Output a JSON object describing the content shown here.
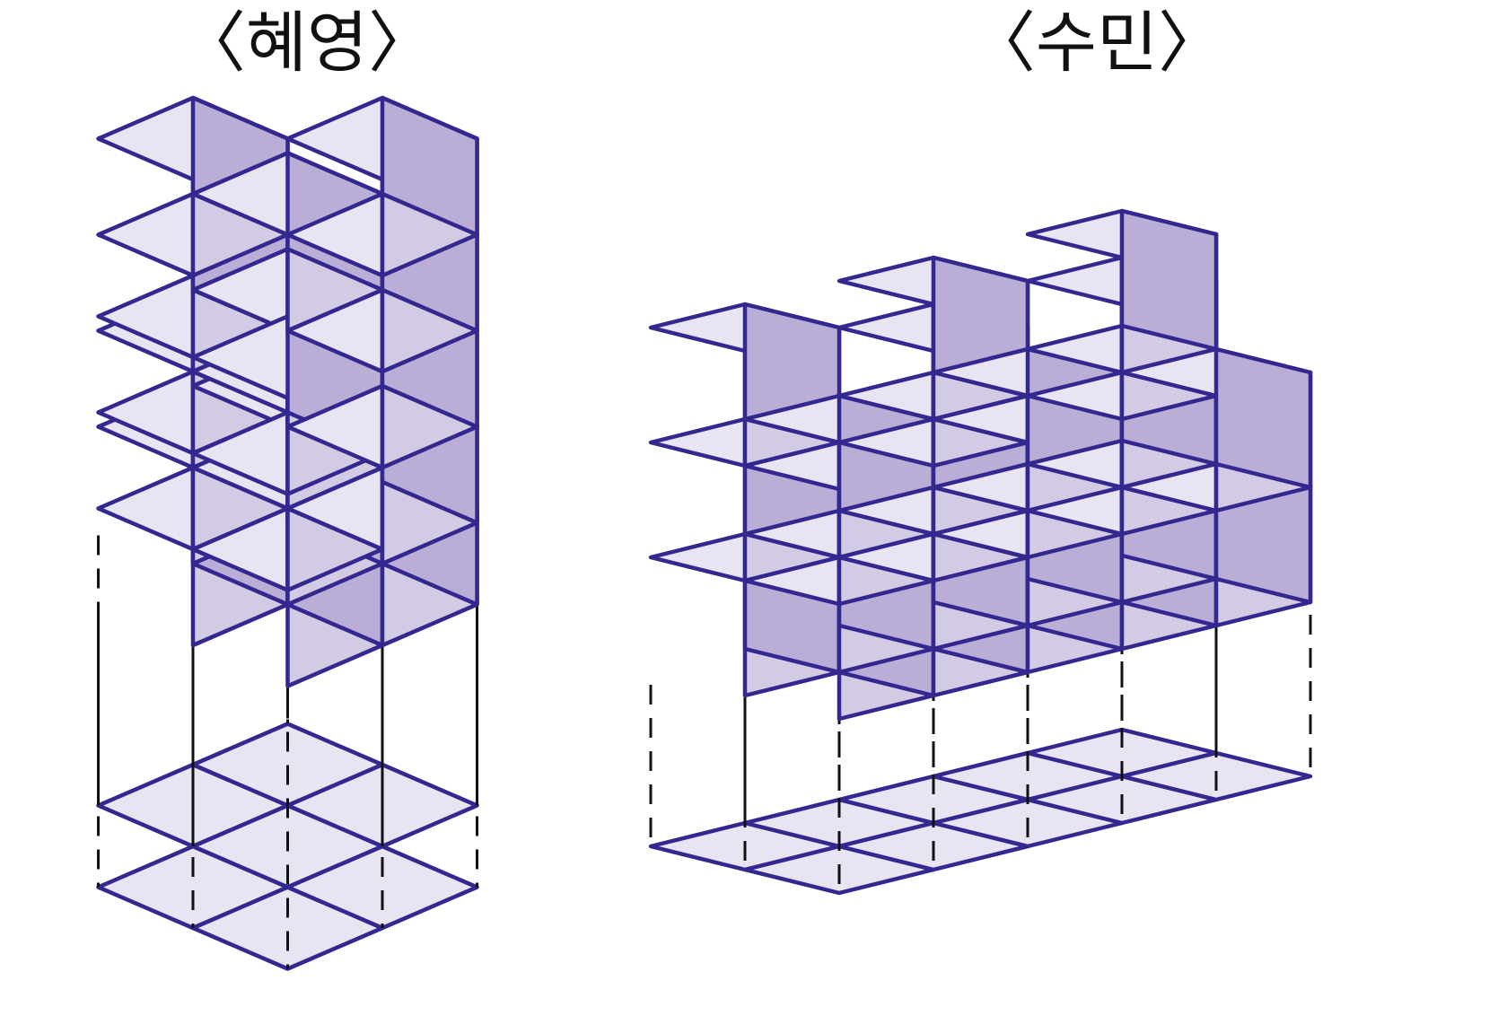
{
  "titles": {
    "left": "〈혜영〉",
    "right": "〈수민〉"
  },
  "figures": {
    "left": {
      "column_heights": [
        [
          0,
          4,
          3
        ],
        [
          3,
          2,
          4
        ],
        [
          3,
          1,
          0
        ]
      ]
    },
    "right": {
      "column_heights": [
        [
          3,
          2,
          3,
          2,
          3
        ],
        [
          2,
          3,
          2,
          3,
          2
        ]
      ]
    }
  },
  "colors": {
    "outline": "#33288f",
    "top_face": "#e8e4f2",
    "left_face": "#d3cae4",
    "right_face": "#bbaed6",
    "projection_lines": "#111111"
  }
}
